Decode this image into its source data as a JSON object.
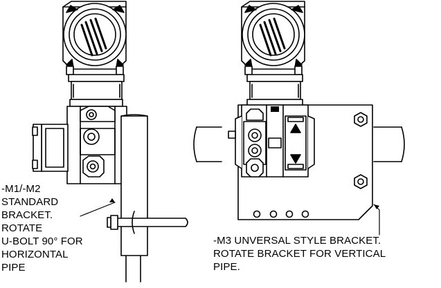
{
  "left_callout": {
    "lines": [
      "-M1/-M2",
      "STANDARD",
      "BRACKET.",
      "ROTATE",
      "U-BOLT 90° FOR",
      "HORIZONTAL",
      "PIPE"
    ]
  },
  "right_callout": {
    "lines": [
      "-M3 UNVERSAL STYLE BRACKET.",
      "ROTATE BRACKET FOR VERTICAL",
      "PIPE."
    ]
  },
  "colors": {
    "stroke": "#000000",
    "fill": "#ffffff",
    "shade": "#dcdcdc"
  }
}
